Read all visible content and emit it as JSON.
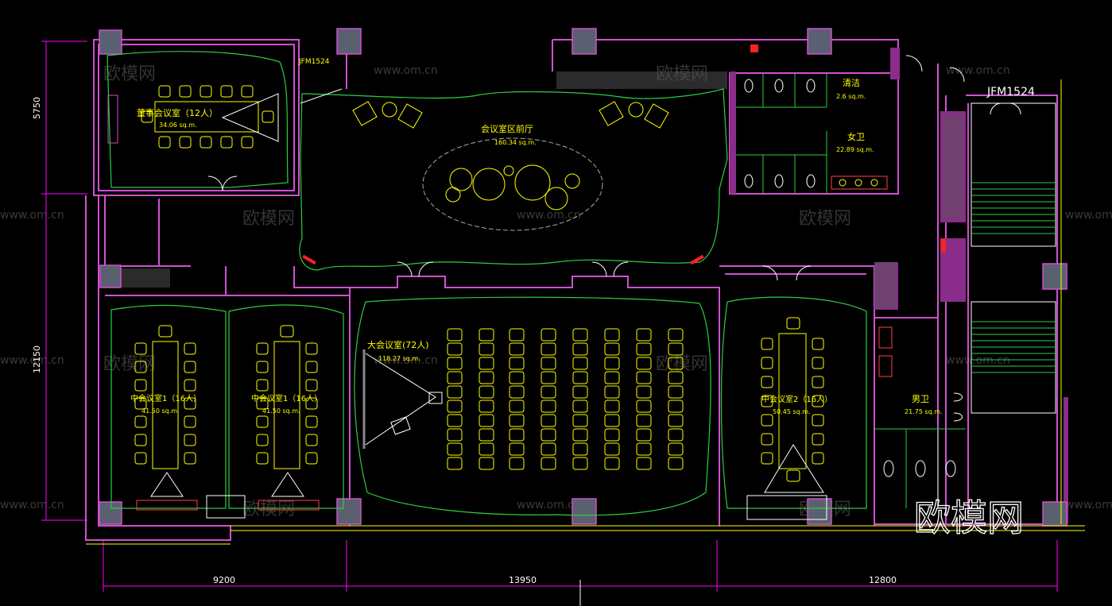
{
  "dimensions": {
    "top_left_vertical": "5750",
    "left_vertical": "12150",
    "bottom_left": "9200",
    "bottom_middle": "13950",
    "bottom_right": "12800"
  },
  "door_codes": {
    "small": "JFM1524",
    "large": "JFM1524"
  },
  "rooms": {
    "board_room": {
      "name": "董事会议室（12人）",
      "area": "34.06 sq.m."
    },
    "lobby": {
      "name": "会议室区前厅",
      "area": "160.34 sq.m."
    },
    "cleaning": {
      "name": "清洁",
      "area": "2.6 sq.m."
    },
    "womens_wc": {
      "name": "女卫",
      "area": "22.89 sq.m."
    },
    "meeting_1a": {
      "name": "中会议室1（16人）",
      "area": "41.50 sq.m."
    },
    "meeting_1b": {
      "name": "中会议室1（16人）",
      "area": "41.50 sq.m."
    },
    "large_meeting": {
      "name": "大会议室(72人)",
      "area": "118.27 sq.m."
    },
    "meeting_2": {
      "name": "中会议室2（16人）",
      "area": "50.45 sq.m."
    },
    "mens_wc": {
      "name": "男卫",
      "area": "21.75 sq.m."
    }
  },
  "watermarks": {
    "url": "www.om.cn",
    "brand": "欧模网"
  },
  "logo": "欧模网",
  "colors": {
    "background": "#000000",
    "wall": "#d050d0",
    "wall_fill": "#8a2c8a",
    "green_line": "#2ecc40",
    "yellow": "#ffff00",
    "dimension": "#ff00ff",
    "white": "#ffffff",
    "column": "#5a6070"
  }
}
